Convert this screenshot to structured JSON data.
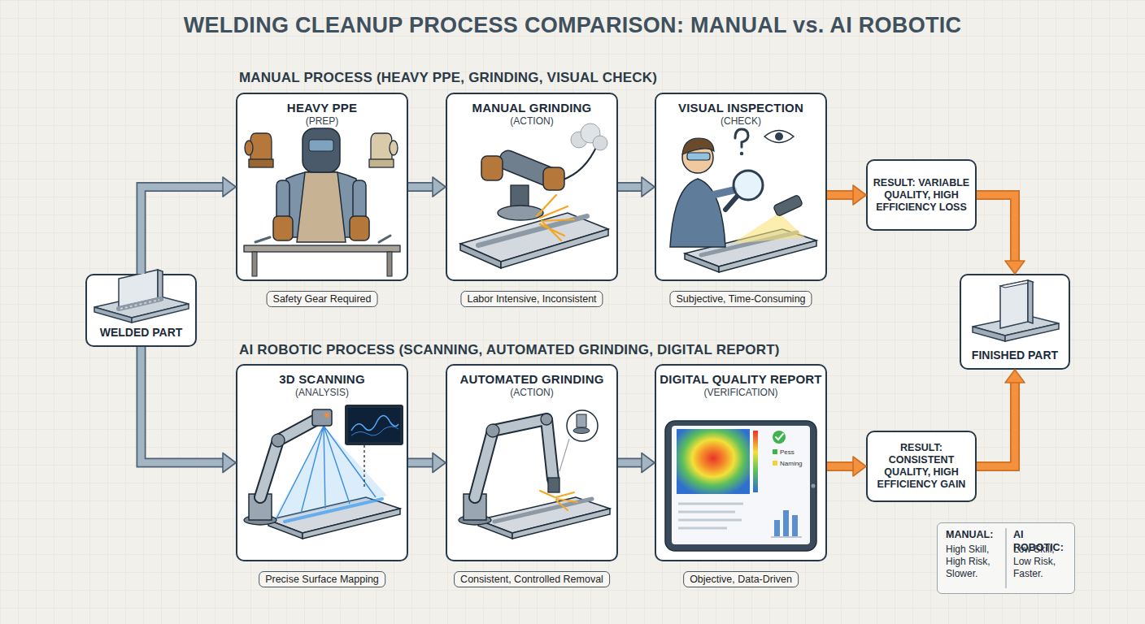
{
  "diagram": {
    "title": "WELDING CLEANUP PROCESS COMPARISON: MANUAL vs. AI ROBOTIC",
    "nodes": [
      {
        "text": [
          "WELDED PART"
        ]
      },
      {
        "text": [
          "HEAVY PPE",
          "(PREP)",
          "Safety Gear Required"
        ]
      },
      {
        "text": [
          "MANUAL GRINDING",
          "(ACTION)",
          "Labor Intensive, Inconsistent"
        ]
      },
      {
        "text": [
          "VISUAL INSPECTION",
          "(CHECK)",
          "Subjective, Time-Consuming"
        ]
      },
      {
        "text": [
          "RESULT: VARIABLE QUALITY, HIGH EFFICIENCY LOSS"
        ]
      },
      {
        "text": [
          "3D SCANNING",
          "(ANALYSIS)",
          "Precise Surface Mapping"
        ]
      },
      {
        "text": [
          "AUTOMATED GRINDING",
          "(ACTION)",
          "Consistent, Controlled Removal"
        ]
      },
      {
        "text": [
          "DIGITAL QUALITY REPORT",
          "(VERIFICATION)",
          "Objective, Data-Driven"
        ]
      },
      {
        "text": [
          "RESULT: CONSISTENT QUALITY, HIGH EFFICIENCY GAIN"
        ]
      },
      {
        "text": [
          "FINISHED PART"
        ]
      },
      {
        "text": [
          "MANUAL:",
          "High Skill, High Risk, Slower.",
          "AI ROBOTIC:",
          "Low Skill, Low Risk, Faster."
        ]
      }
    ],
    "edges": [
      {
        "from": 0,
        "to": 1,
        "arrow": "to"
      },
      {
        "from": 1,
        "to": 2,
        "arrow": "to"
      },
      {
        "from": 2,
        "to": 3,
        "arrow": "to"
      },
      {
        "from": 3,
        "to": 4,
        "arrow": "to"
      },
      {
        "from": 4,
        "to": 9,
        "arrow": "to"
      },
      {
        "from": 0,
        "to": 5,
        "arrow": "to"
      },
      {
        "from": 5,
        "to": 6,
        "arrow": "to"
      },
      {
        "from": 6,
        "to": 7,
        "arrow": "to"
      },
      {
        "from": 7,
        "to": 8,
        "arrow": "to"
      },
      {
        "from": 8,
        "to": 9,
        "arrow": "to"
      }
    ],
    "labels": [
      "MANUAL PROCESS (HEAVY PPE, GRINDING, VISUAL CHECK)",
      "AI ROBOTIC PROCESS (SCANNING, AUTOMATED GRINDING, DIGITAL REPORT)",
      "Pess",
      "Naming"
    ]
  }
}
